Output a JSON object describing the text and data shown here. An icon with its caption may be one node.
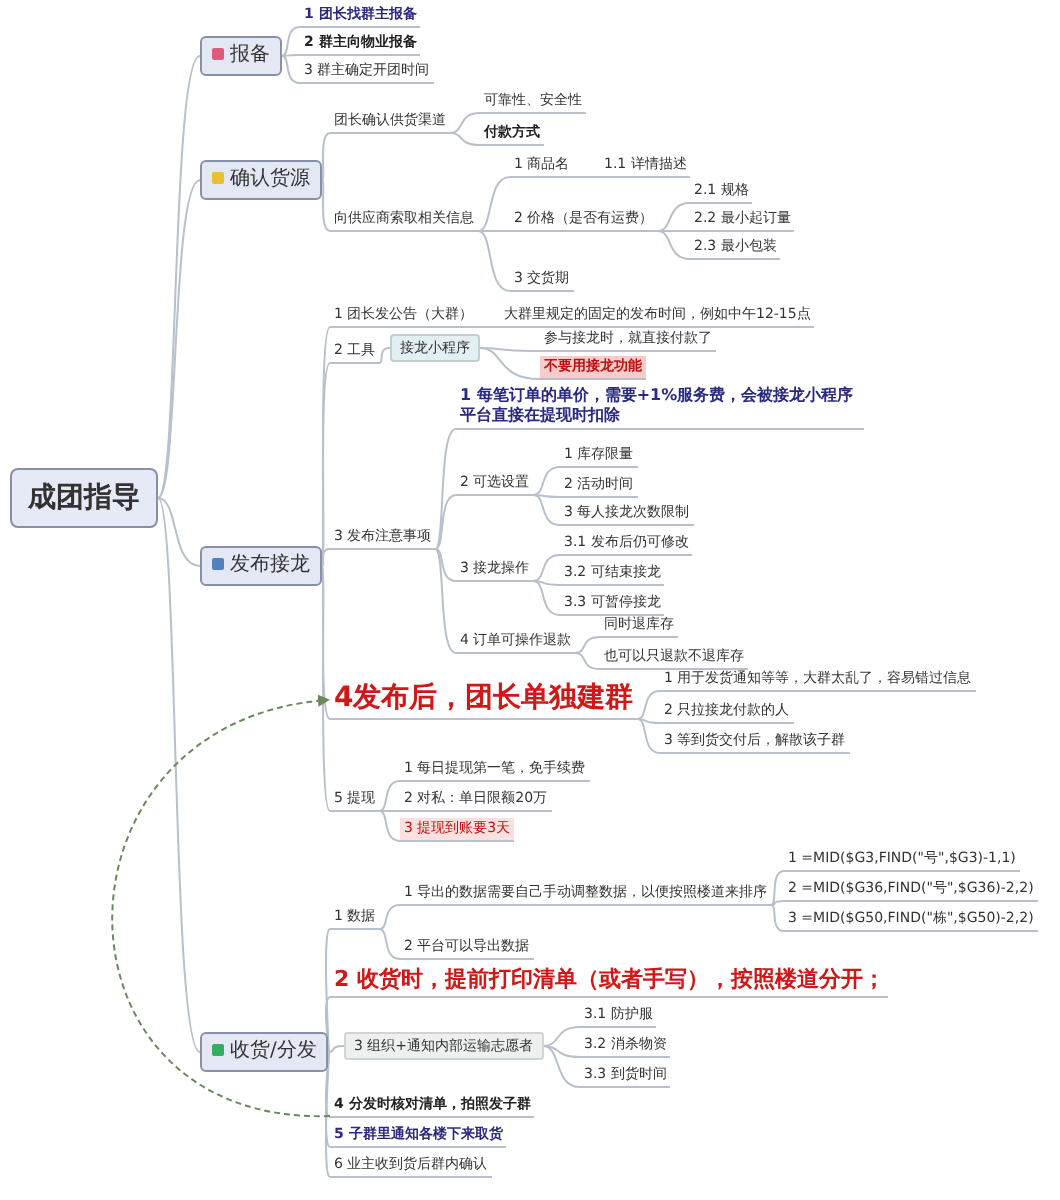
{
  "diagram": {
    "nodes": [
      {
        "text": [
          "成团指导"
        ]
      },
      {
        "text": [
          "报备"
        ]
      },
      {
        "text": [
          "1 团长找群主报备"
        ]
      },
      {
        "text": [
          "2 群主向物业报备"
        ]
      },
      {
        "text": [
          "3 群主确定开团时间"
        ]
      },
      {
        "text": [
          "确认货源"
        ]
      },
      {
        "text": [
          "团长确认供货渠道"
        ]
      },
      {
        "text": [
          "可靠性、安全性"
        ]
      },
      {
        "text": [
          "付款方式"
        ]
      },
      {
        "text": [
          "向供应商索取相关信息"
        ]
      },
      {
        "text": [
          "1 商品名"
        ]
      },
      {
        "text": [
          "1.1 详情描述"
        ]
      },
      {
        "text": [
          "2 价格（是否有运费）"
        ]
      },
      {
        "text": [
          "2.1 规格"
        ]
      },
      {
        "text": [
          "2.2 最小起订量"
        ]
      },
      {
        "text": [
          "2.3 最小包装"
        ]
      },
      {
        "text": [
          "3 交货期"
        ]
      },
      {
        "text": [
          "发布接龙"
        ]
      },
      {
        "text": [
          "1 团长发公告（大群）"
        ]
      },
      {
        "text": [
          "大群里规定的固定的发布时间，例如中午12-15点"
        ]
      },
      {
        "text": [
          "2 工具"
        ]
      },
      {
        "text": [
          "接龙小程序"
        ]
      },
      {
        "text": [
          "参与接龙时，就直接付款了"
        ]
      },
      {
        "text": [
          "不要用接龙功能"
        ]
      },
      {
        "text": [
          "3 发布注意事项"
        ]
      },
      {
        "text": [
          "1 每笔订单的单价，需要+1%服务费，会被接龙小程序平台直接在提现时扣除"
        ]
      },
      {
        "text": [
          "2 可选设置"
        ]
      },
      {
        "text": [
          "1 库存限量"
        ]
      },
      {
        "text": [
          "2 活动时间"
        ]
      },
      {
        "text": [
          "3 每人接龙次数限制"
        ]
      },
      {
        "text": [
          "3 接龙操作"
        ]
      },
      {
        "text": [
          "3.1 发布后仍可修改"
        ]
      },
      {
        "text": [
          "3.2 可结束接龙"
        ]
      },
      {
        "text": [
          "3.3 可暂停接龙"
        ]
      },
      {
        "text": [
          "4 订单可操作退款"
        ]
      },
      {
        "text": [
          "同时退库存"
        ]
      },
      {
        "text": [
          "也可以只退款不退库存"
        ]
      },
      {
        "text": [
          "4发布后，团长单独建群"
        ]
      },
      {
        "text": [
          "1 用于发货通知等等，大群太乱了，容易错过信息"
        ]
      },
      {
        "text": [
          "2 只拉接龙付款的人"
        ]
      },
      {
        "text": [
          "3 等到货交付后，解散该子群"
        ]
      },
      {
        "text": [
          "5 提现"
        ]
      },
      {
        "text": [
          "1 每日提现第一笔，免手续费"
        ]
      },
      {
        "text": [
          "2 对私：单日限额20万"
        ]
      },
      {
        "text": [
          "3 提现到账要3天"
        ]
      },
      {
        "text": [
          "收货/分发"
        ]
      },
      {
        "text": [
          "1 数据"
        ]
      },
      {
        "text": [
          "1 导出的数据需要自己手动调整数据，以便按照楼道来排序"
        ]
      },
      {
        "text": [
          "1 =MID($G3,FIND(\"号\",$G3)-1,1)"
        ]
      },
      {
        "text": [
          "2 =MID($G36,FIND(\"号\",$G36)-2,2)"
        ]
      },
      {
        "text": [
          "3 =MID($G50,FIND(\"栋\",$G50)-2,2)"
        ]
      },
      {
        "text": [
          "2 平台可以导出数据"
        ]
      },
      {
        "text": [
          "2 收货时，提前打印清单（或者手写），按照楼道分开；"
        ]
      },
      {
        "text": [
          "3 组织+通知内部运输志愿者"
        ]
      },
      {
        "text": [
          "3.1 防护服"
        ]
      },
      {
        "text": [
          "3.2 消杀物资"
        ]
      },
      {
        "text": [
          "3.3 到货时间"
        ]
      },
      {
        "text": [
          "4 分发时核对清单，拍照发子群"
        ]
      },
      {
        "text": [
          "5 子群里通知各楼下来取货"
        ]
      },
      {
        "text": [
          "6 业主收到货后群内确认"
        ]
      }
    ],
    "edges": [
      {
        "from": 0,
        "to": 1,
        "arrow": "none"
      },
      {
        "from": 1,
        "to": 2,
        "arrow": "none"
      },
      {
        "from": 1,
        "to": 3,
        "arrow": "none"
      },
      {
        "from": 1,
        "to": 4,
        "arrow": "none"
      },
      {
        "from": 0,
        "to": 5,
        "arrow": "none"
      },
      {
        "from": 5,
        "to": 6,
        "arrow": "none"
      },
      {
        "from": 6,
        "to": 7,
        "arrow": "none"
      },
      {
        "from": 6,
        "to": 8,
        "arrow": "none"
      },
      {
        "from": 5,
        "to": 9,
        "arrow": "none"
      },
      {
        "from": 9,
        "to": 10,
        "arrow": "none"
      },
      {
        "from": 10,
        "to": 11,
        "arrow": "none"
      },
      {
        "from": 9,
        "to": 12,
        "arrow": "none"
      },
      {
        "from": 12,
        "to": 13,
        "arrow": "none"
      },
      {
        "from": 12,
        "to": 14,
        "arrow": "none"
      },
      {
        "from": 12,
        "to": 15,
        "arrow": "none"
      },
      {
        "from": 9,
        "to": 16,
        "arrow": "none"
      },
      {
        "from": 0,
        "to": 17,
        "arrow": "none"
      },
      {
        "from": 17,
        "to": 18,
        "arrow": "none"
      },
      {
        "from": 18,
        "to": 19,
        "arrow": "none"
      },
      {
        "from": 17,
        "to": 20,
        "arrow": "none"
      },
      {
        "from": 20,
        "to": 21,
        "arrow": "none"
      },
      {
        "from": 21,
        "to": 22,
        "arrow": "none"
      },
      {
        "from": 21,
        "to": 23,
        "arrow": "none"
      },
      {
        "from": 17,
        "to": 24,
        "arrow": "none"
      },
      {
        "from": 24,
        "to": 25,
        "arrow": "none"
      },
      {
        "from": 24,
        "to": 26,
        "arrow": "none"
      },
      {
        "from": 26,
        "to": 27,
        "arrow": "none"
      },
      {
        "from": 26,
        "to": 28,
        "arrow": "none"
      },
      {
        "from": 26,
        "to": 29,
        "arrow": "none"
      },
      {
        "from": 24,
        "to": 30,
        "arrow": "none"
      },
      {
        "from": 30,
        "to": 31,
        "arrow": "none"
      },
      {
        "from": 30,
        "to": 32,
        "arrow": "none"
      },
      {
        "from": 30,
        "to": 33,
        "arrow": "none"
      },
      {
        "from": 24,
        "to": 34,
        "arrow": "none"
      },
      {
        "from": 34,
        "to": 35,
        "arrow": "none"
      },
      {
        "from": 34,
        "to": 36,
        "arrow": "none"
      },
      {
        "from": 17,
        "to": 37,
        "arrow": "none"
      },
      {
        "from": 37,
        "to": 38,
        "arrow": "none"
      },
      {
        "from": 37,
        "to": 39,
        "arrow": "none"
      },
      {
        "from": 37,
        "to": 40,
        "arrow": "none"
      },
      {
        "from": 17,
        "to": 41,
        "arrow": "none"
      },
      {
        "from": 41,
        "to": 42,
        "arrow": "none"
      },
      {
        "from": 41,
        "to": 43,
        "arrow": "none"
      },
      {
        "from": 41,
        "to": 44,
        "arrow": "none"
      },
      {
        "from": 0,
        "to": 45,
        "arrow": "none"
      },
      {
        "from": 45,
        "to": 46,
        "arrow": "none"
      },
      {
        "from": 46,
        "to": 47,
        "arrow": "none"
      },
      {
        "from": 47,
        "to": 48,
        "arrow": "none"
      },
      {
        "from": 47,
        "to": 49,
        "arrow": "none"
      },
      {
        "from": 47,
        "to": 50,
        "arrow": "none"
      },
      {
        "from": 46,
        "to": 51,
        "arrow": "none"
      },
      {
        "from": 45,
        "to": 52,
        "arrow": "none"
      },
      {
        "from": 45,
        "to": 53,
        "arrow": "none"
      },
      {
        "from": 53,
        "to": 54,
        "arrow": "none"
      },
      {
        "from": 53,
        "to": 55,
        "arrow": "none"
      },
      {
        "from": 53,
        "to": 56,
        "arrow": "none"
      },
      {
        "from": 45,
        "to": 57,
        "arrow": "none"
      },
      {
        "from": 45,
        "to": 58,
        "arrow": "none"
      },
      {
        "from": 45,
        "to": 59,
        "arrow": "none"
      },
      {
        "from": 57,
        "to": 37,
        "arrow": "to",
        "style": "dashed",
        "color": "#6a8a5a"
      }
    ]
  }
}
